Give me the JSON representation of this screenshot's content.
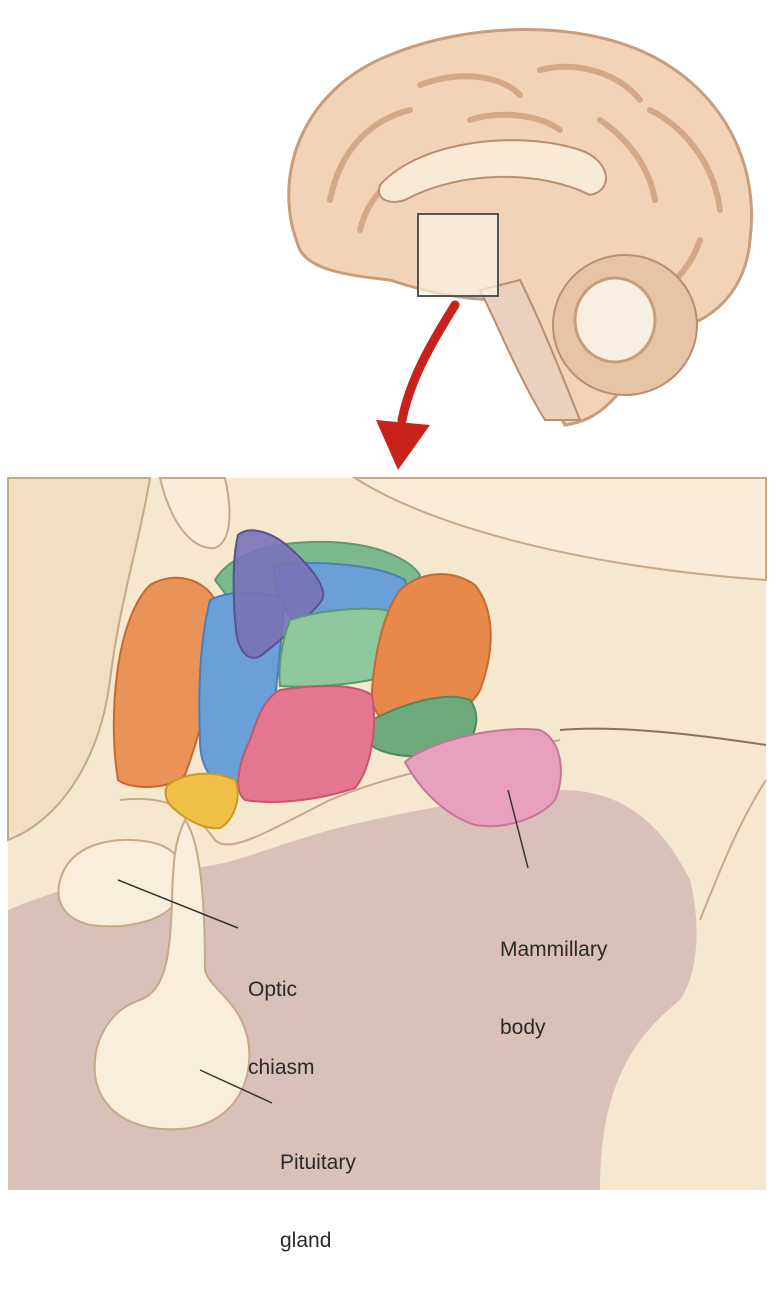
{
  "labels": {
    "optic": [
      "Optic",
      "chiasm"
    ],
    "pituitary": [
      "Pituitary",
      "gland"
    ],
    "mammillary": [
      "Mammillary",
      "body"
    ]
  },
  "colors": {
    "brain": "#f2d3b8",
    "brain_fold": "#c89d7b",
    "inset_bg": "#f6e7cf",
    "brainstem": "#d9c1b9",
    "arrow": "#c9221a",
    "nucleus_orange": "#e8894b",
    "nucleus_blue": "#6a9fd8",
    "nucleus_purple": "#7a72b8",
    "nucleus_green": "#7cb98e",
    "nucleus_pink": "#e5768f",
    "nucleus_yellow": "#f0bf45",
    "mammillary": "#e8a0bf"
  }
}
